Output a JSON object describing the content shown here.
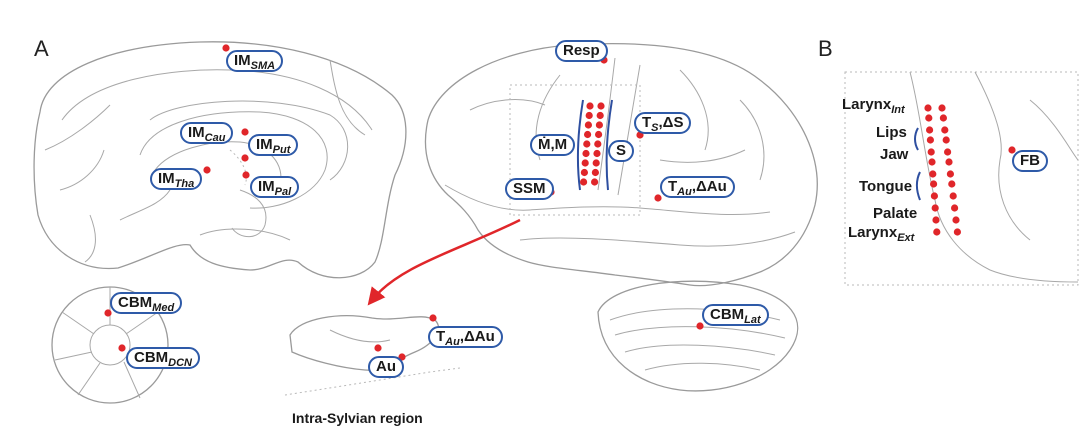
{
  "panels": {
    "a": "A",
    "b": "B"
  },
  "labels": {
    "im_sma": {
      "base": "IM",
      "sub": "SMA"
    },
    "im_cau": {
      "base": "IM",
      "sub": "Cau"
    },
    "im_put": {
      "base": "IM",
      "sub": "Put"
    },
    "im_tha": {
      "base": "IM",
      "sub": "Tha"
    },
    "im_pal": {
      "base": "IM",
      "sub": "Pal"
    },
    "resp": "Resp",
    "mm": "Ṁ,M",
    "s": "S",
    "ts": {
      "base": "T",
      "sub": "S",
      "rest": ",ΔS"
    },
    "ssm": "SSM",
    "tau": {
      "base": "T",
      "sub": "Au",
      "rest": ",ΔAu"
    },
    "cbm_med": {
      "base": "CBM",
      "sub": "Med"
    },
    "cbm_dcn": {
      "base": "CBM",
      "sub": "DCN"
    },
    "cbm_lat": {
      "base": "CBM",
      "sub": "Lat"
    },
    "tau2": {
      "base": "T",
      "sub": "Au",
      "rest": ",ΔAu"
    },
    "au": "Au",
    "intra_sylvian": "Intra-Sylvian region",
    "fb": "FB"
  },
  "panel_b_labels": {
    "larynx_int": {
      "base": "Larynx",
      "sub": "Int"
    },
    "lips": "Lips",
    "jaw": "Jaw",
    "tongue": "Tongue",
    "palate": "Palate",
    "larynx_ext": {
      "base": "Larynx",
      "sub": "Ext"
    }
  },
  "colors": {
    "dot": "#e0262a",
    "label_border": "#2e5aa8",
    "arrow": "#e0262a",
    "outline": "#9a9a9a"
  }
}
